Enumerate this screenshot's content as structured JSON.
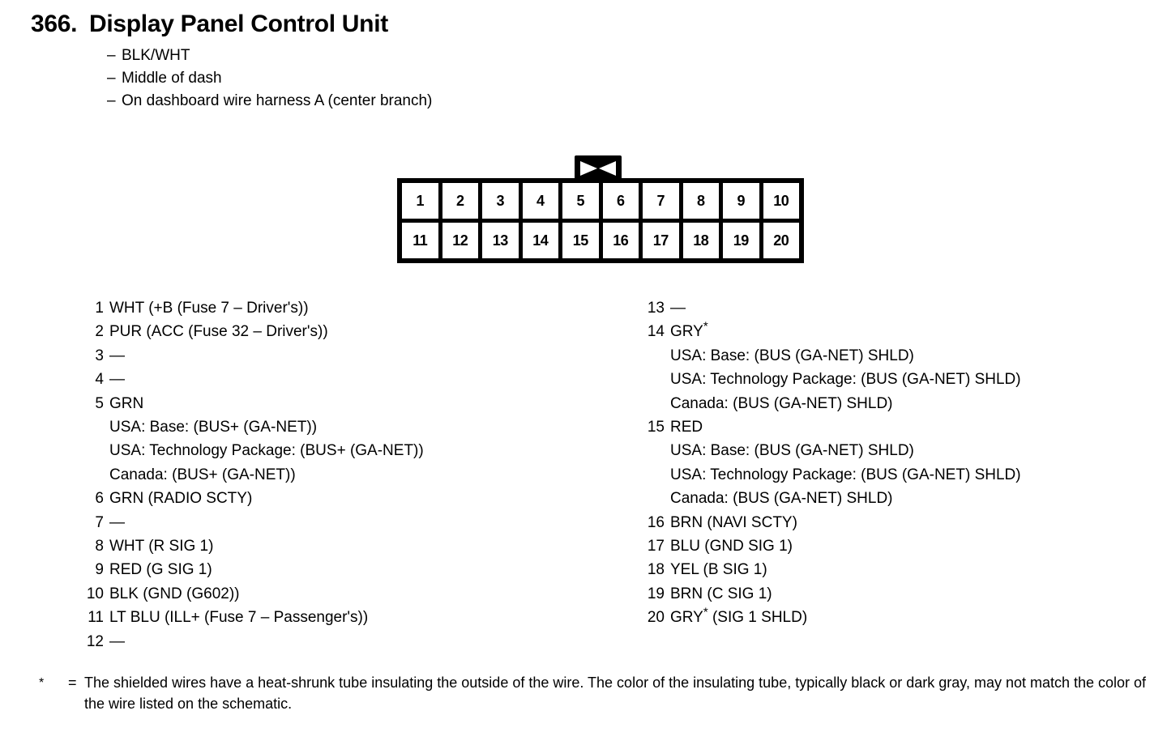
{
  "header": {
    "number": "366.",
    "title": "Display Panel Control Unit",
    "subtitles": [
      {
        "dash": "–",
        "text": "BLK/WHT"
      },
      {
        "dash": "–",
        "text": "Middle of dash"
      },
      {
        "dash": "–",
        "text": "On dashboard wire harness A (center branch)"
      }
    ]
  },
  "connector": {
    "name": "20-pin-connector",
    "tab_icon": "bowtie-latch-icon",
    "rows": [
      [
        "1",
        "2",
        "3",
        "4",
        "5",
        "6",
        "7",
        "8",
        "9",
        "10"
      ],
      [
        "11",
        "12",
        "13",
        "14",
        "15",
        "16",
        "17",
        "18",
        "19",
        "20"
      ]
    ]
  },
  "pins_left": [
    {
      "num": "1",
      "main": "WHT (+B (Fuse 7 – Driver's))",
      "star": false,
      "subs": []
    },
    {
      "num": "2",
      "main": "PUR (ACC (Fuse 32 – Driver's))",
      "star": false,
      "subs": []
    },
    {
      "num": "3",
      "main": "—",
      "star": false,
      "subs": []
    },
    {
      "num": "4",
      "main": "—",
      "star": false,
      "subs": []
    },
    {
      "num": "5",
      "main": "GRN",
      "star": false,
      "subs": [
        "USA: Base: (BUS+ (GA-NET))",
        "USA: Technology Package: (BUS+ (GA-NET))",
        "Canada: (BUS+ (GA-NET))"
      ]
    },
    {
      "num": "6",
      "main": "GRN (RADIO SCTY)",
      "star": false,
      "subs": []
    },
    {
      "num": "7",
      "main": "—",
      "star": false,
      "subs": []
    },
    {
      "num": "8",
      "main": "WHT (R SIG 1)",
      "star": false,
      "subs": []
    },
    {
      "num": "9",
      "main": "RED (G SIG 1)",
      "star": false,
      "subs": []
    },
    {
      "num": "10",
      "main": "BLK (GND (G602))",
      "star": false,
      "subs": []
    },
    {
      "num": "11",
      "main": "LT BLU (ILL+ (Fuse 7 – Passenger's))",
      "star": false,
      "subs": []
    },
    {
      "num": "12",
      "main": "—",
      "star": false,
      "subs": []
    }
  ],
  "pins_right": [
    {
      "num": "13",
      "main": "—",
      "star": false,
      "subs": []
    },
    {
      "num": "14",
      "main": "GRY",
      "star": true,
      "star_char": "*",
      "subs": [
        "USA: Base: (BUS (GA-NET) SHLD)",
        "USA: Technology Package: (BUS (GA-NET) SHLD)",
        "Canada: (BUS (GA-NET) SHLD)"
      ]
    },
    {
      "num": "15",
      "main": "RED",
      "star": false,
      "subs": [
        "USA: Base: (BUS (GA-NET) SHLD)",
        "USA: Technology Package: (BUS (GA-NET) SHLD)",
        "Canada: (BUS (GA-NET) SHLD)"
      ]
    },
    {
      "num": "16",
      "main": "BRN (NAVI SCTY)",
      "star": false,
      "subs": []
    },
    {
      "num": "17",
      "main": "BLU (GND SIG 1)",
      "star": false,
      "subs": []
    },
    {
      "num": "18",
      "main": "YEL (B SIG 1)",
      "star": false,
      "subs": []
    },
    {
      "num": "19",
      "main": "BRN (C SIG 1)",
      "star": false,
      "subs": []
    },
    {
      "num": "20",
      "main": "GRY",
      "star": true,
      "star_char": "*",
      "suffix": " (SIG 1 SHLD)",
      "subs": []
    }
  ],
  "footnote": {
    "marker": "*",
    "equals": "=",
    "text": "The shielded wires have a heat-shrunk tube insulating the outside of the wire.  The color of the insulating tube, typically black or dark gray, may not match the color of the wire listed on the schematic."
  },
  "colors": {
    "ink": "#000000",
    "page": "#ffffff"
  }
}
